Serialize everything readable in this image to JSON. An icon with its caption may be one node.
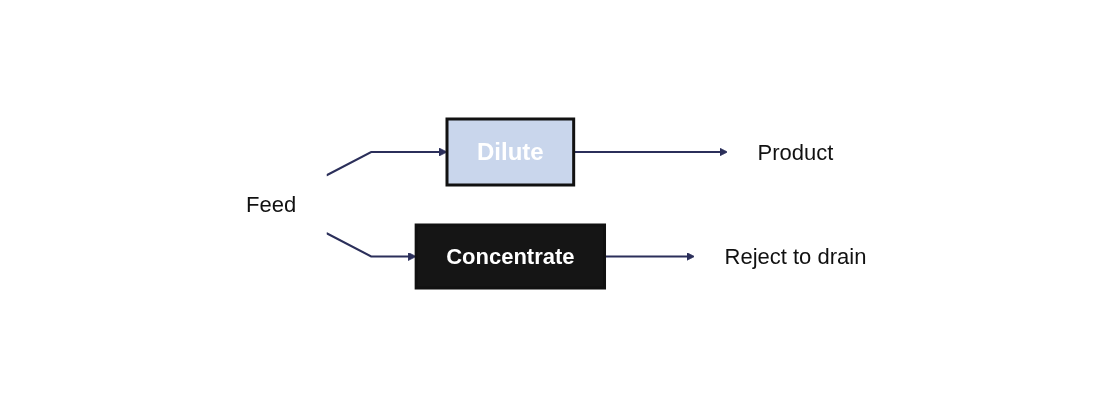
{
  "diagram": {
    "nodes": [
      {
        "text": [
          "Feed"
        ]
      },
      {
        "text": [
          "Dilute"
        ]
      },
      {
        "text": [
          "Concentrate"
        ]
      },
      {
        "text": [
          "Product"
        ]
      },
      {
        "text": [
          "Reject to drain"
        ]
      }
    ],
    "edges": [
      {
        "from": 0,
        "to": 1,
        "arrow": "to"
      },
      {
        "from": 0,
        "to": 2,
        "arrow": "to"
      },
      {
        "from": 1,
        "to": 3,
        "arrow": "to"
      },
      {
        "from": 2,
        "to": 4,
        "arrow": "to"
      }
    ]
  }
}
